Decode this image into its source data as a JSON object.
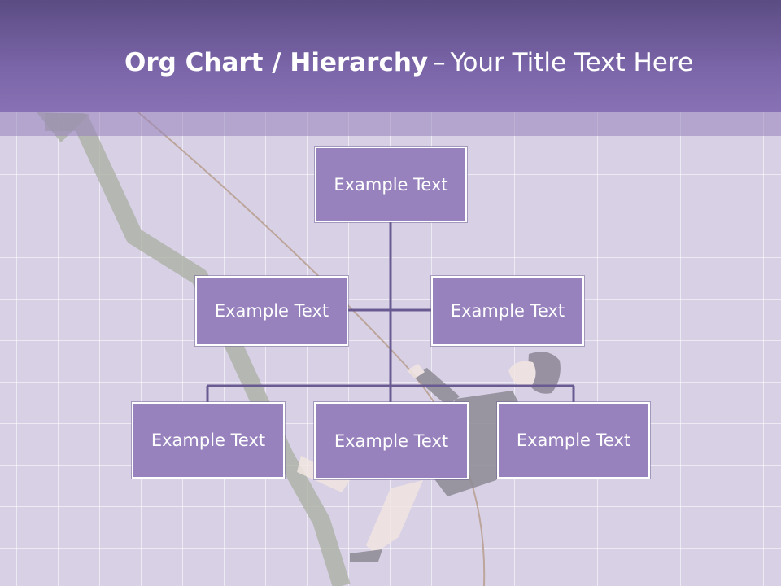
{
  "slide": {
    "title_bold": "Org Chart / Hierarchy",
    "title_dash": "–",
    "title_rest": "Your Title Text Here"
  },
  "org_chart": {
    "root": {
      "label": "Example Text"
    },
    "assistants": [
      {
        "label": "Example Text"
      },
      {
        "label": "Example Text"
      }
    ],
    "children": [
      {
        "label": "Example Text"
      },
      {
        "label": "Example Text"
      },
      {
        "label": "Example Text"
      }
    ]
  },
  "colors": {
    "header": "#7a65a8",
    "node_fill": "#9782bd",
    "node_border": "#ffffff",
    "connector": "#6a5a92",
    "background": "#d8d1e5"
  },
  "background_illustration": "businesswoman-climbing-declining-chart-line"
}
